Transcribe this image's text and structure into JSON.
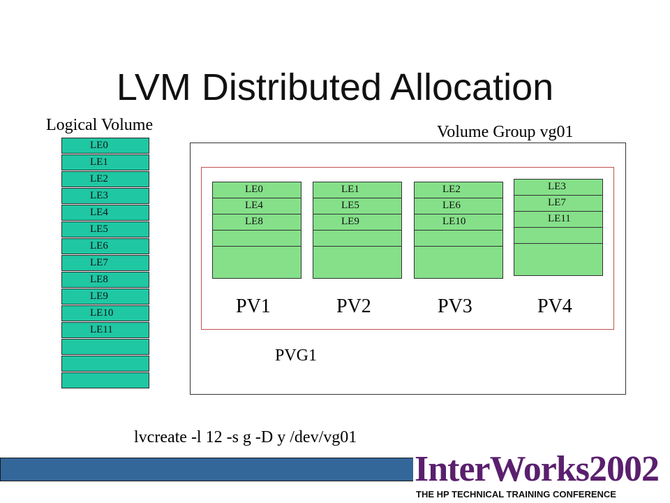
{
  "title": "LVM Distributed Allocation",
  "lv_label": "Logical Volume",
  "vg_label": "Volume Group vg01",
  "pvg_label": "PVG1",
  "lv_extents": [
    "LE0",
    "LE1",
    "LE2",
    "LE3",
    "LE4",
    "LE5",
    "LE6",
    "LE7",
    "LE8",
    "LE9",
    "LE10",
    "LE11",
    "",
    "",
    ""
  ],
  "pvs": [
    {
      "name": "PV1",
      "extents": [
        "LE0",
        "LE4",
        "LE8",
        "",
        ""
      ]
    },
    {
      "name": "PV2",
      "extents": [
        "LE1",
        "LE5",
        "LE9",
        "",
        ""
      ]
    },
    {
      "name": "PV3",
      "extents": [
        "LE2",
        "LE6",
        "LE10",
        "",
        ""
      ]
    },
    {
      "name": "PV4",
      "extents": [
        "LE3",
        "LE7",
        "LE11",
        "",
        ""
      ]
    }
  ],
  "command": "lvcreate -l 12  -s g -D y /dev/vg01",
  "logo": {
    "main": "InterWorks2002",
    "sub": "THE HP TECHNICAL TRAINING CONFERENCE"
  },
  "colors": {
    "lv_fill": "#1fc7a3",
    "pv_fill": "#85e089",
    "pvg_border": "#c0504d",
    "bar": "#336699"
  }
}
